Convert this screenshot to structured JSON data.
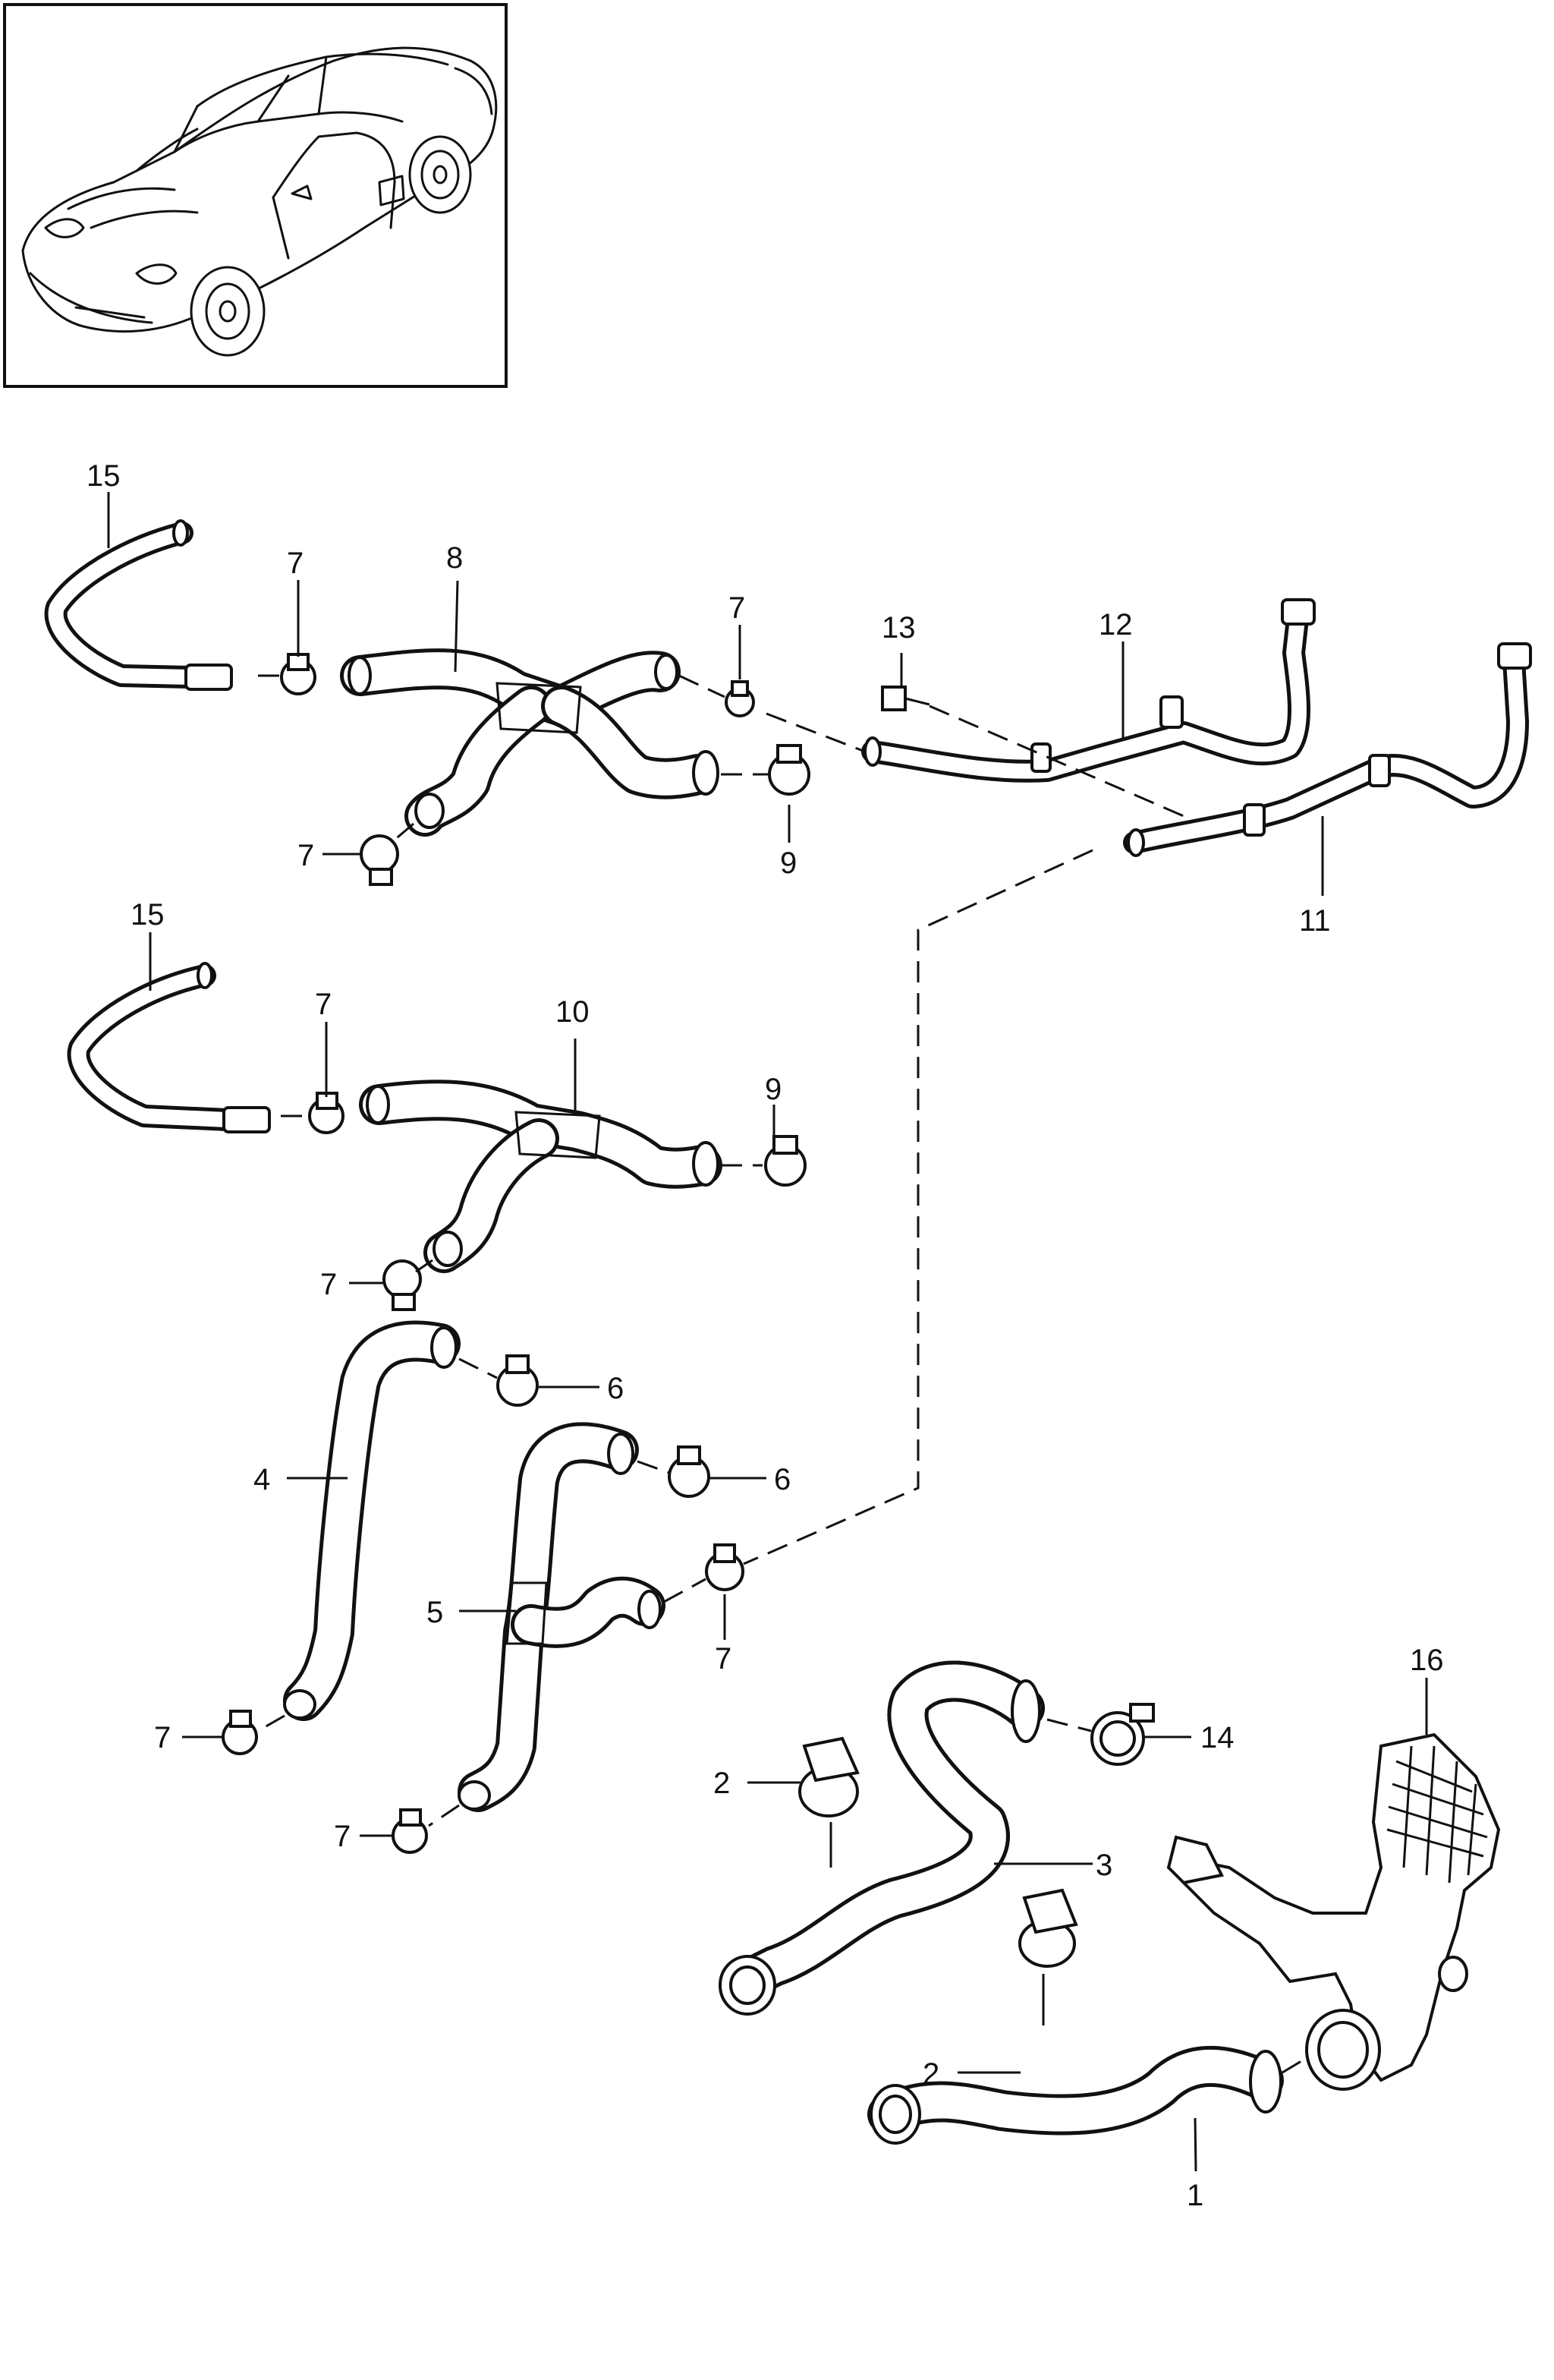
{
  "callouts": {
    "c1": "1",
    "c2a": "2",
    "c2b": "2",
    "c3": "3",
    "c4": "4",
    "c5": "5",
    "c6a": "6",
    "c6b": "6",
    "c7a": "7",
    "c7b": "7",
    "c7c": "7",
    "c7d": "7",
    "c7e": "7",
    "c7f": "7",
    "c7g": "7",
    "c7h": "7",
    "c8": "8",
    "c9a": "9",
    "c9b": "9",
    "c10": "10",
    "c11": "11",
    "c12": "12",
    "c13": "13",
    "c14": "14",
    "c15a": "15",
    "c15b": "15",
    "c16": "16"
  }
}
